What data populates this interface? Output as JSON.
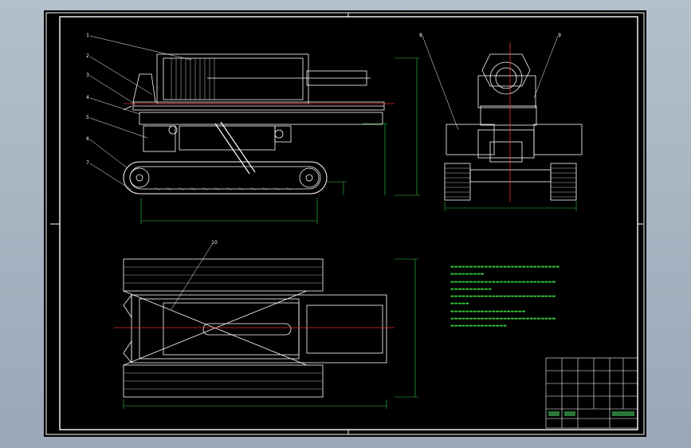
{
  "colors": {
    "background": "#a9b4c2",
    "sheet": "#000000",
    "frame": "#ffffff",
    "center_line": "#e03030",
    "dimension": "#2ecc40",
    "label_text": "#37d03a",
    "leader": "#ffffff",
    "title_accent": "#4cd964"
  },
  "view_labels": {
    "side": [
      "1",
      "2",
      "3",
      "4",
      "5",
      "6",
      "7"
    ],
    "front": [
      "8",
      "9"
    ],
    "top": [
      "10"
    ]
  },
  "icons": [
    "crosshair-icon",
    "hatch-pattern-icon"
  ]
}
